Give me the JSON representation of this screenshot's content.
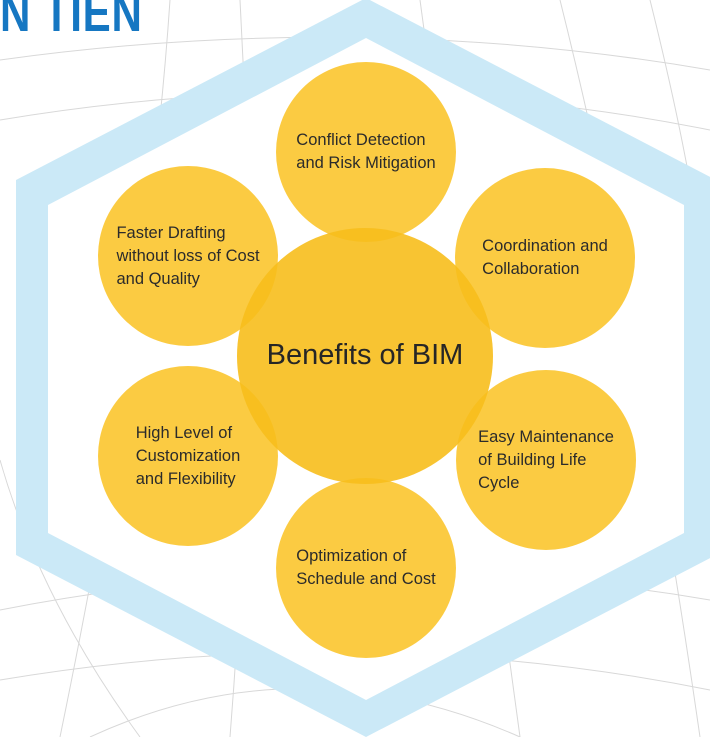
{
  "brand": {
    "logo_text": "N TIEN",
    "colors": {
      "logo": "#1677c2",
      "hexagon_border": "#cbe9f7",
      "bubble": "#fac428",
      "center": "#f7be1c",
      "text": "#2b2b2b"
    }
  },
  "diagram": {
    "center_label": "Benefits of BIM",
    "benefits": [
      {
        "id": "conflict",
        "label": "Conflict Detection\nand Risk Mitigation"
      },
      {
        "id": "coordination",
        "label": "Coordination and\nCollaboration"
      },
      {
        "id": "maintenance",
        "label": "Easy Maintenance\nof Building Life\nCycle"
      },
      {
        "id": "optimization",
        "label": "Optimization of\nSchedule and Cost"
      },
      {
        "id": "customization",
        "label": "High Level of\nCustomization\nand Flexibility"
      },
      {
        "id": "drafting",
        "label": "Faster Drafting\nwithout loss of Cost\nand Quality"
      }
    ]
  }
}
